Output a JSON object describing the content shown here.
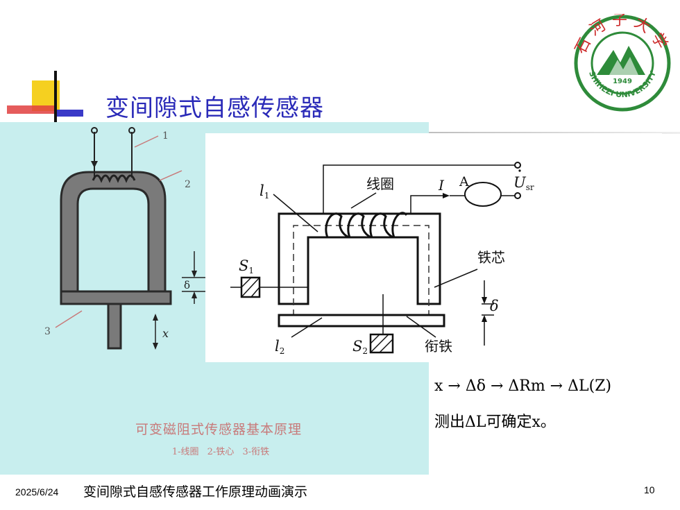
{
  "slide": {
    "title": "变间隙式自感传感器",
    "footer_date": "2025/6/24",
    "footer_text": "变间隙式自感传感器工作原理动画演示",
    "page_number": "10"
  },
  "logo": {
    "top_text": "石河子大学",
    "year": "1949",
    "bottom_text": "SHIHEZI UNIVERSITY",
    "color": "#2e8b3a"
  },
  "left_figure": {
    "label_1": "1",
    "label_2": "2",
    "label_3": "3",
    "label_delta": "δ",
    "label_x": "x",
    "caption": "可变磁阻式传感器基本原理",
    "legend": "1-线圈 2-铁心 3-衔铁"
  },
  "main_diagram": {
    "coil_label": "线圈",
    "core_label": "铁芯",
    "armature_label": "衔铁",
    "current_label": "I",
    "ammeter_label": "A",
    "voltage_label": "U",
    "voltage_sub": "sr",
    "l1_label": "l",
    "l1_sub": "1",
    "l2_label": "l",
    "l2_sub": "2",
    "s1_label": "S",
    "s1_sub": "1",
    "s2_label": "S",
    "s2_sub": "2",
    "gap_label": "δ"
  },
  "equations": {
    "formula": "x → Δδ → ΔRm → ΔL(Z)",
    "note": "测出ΔL可确定x。"
  }
}
